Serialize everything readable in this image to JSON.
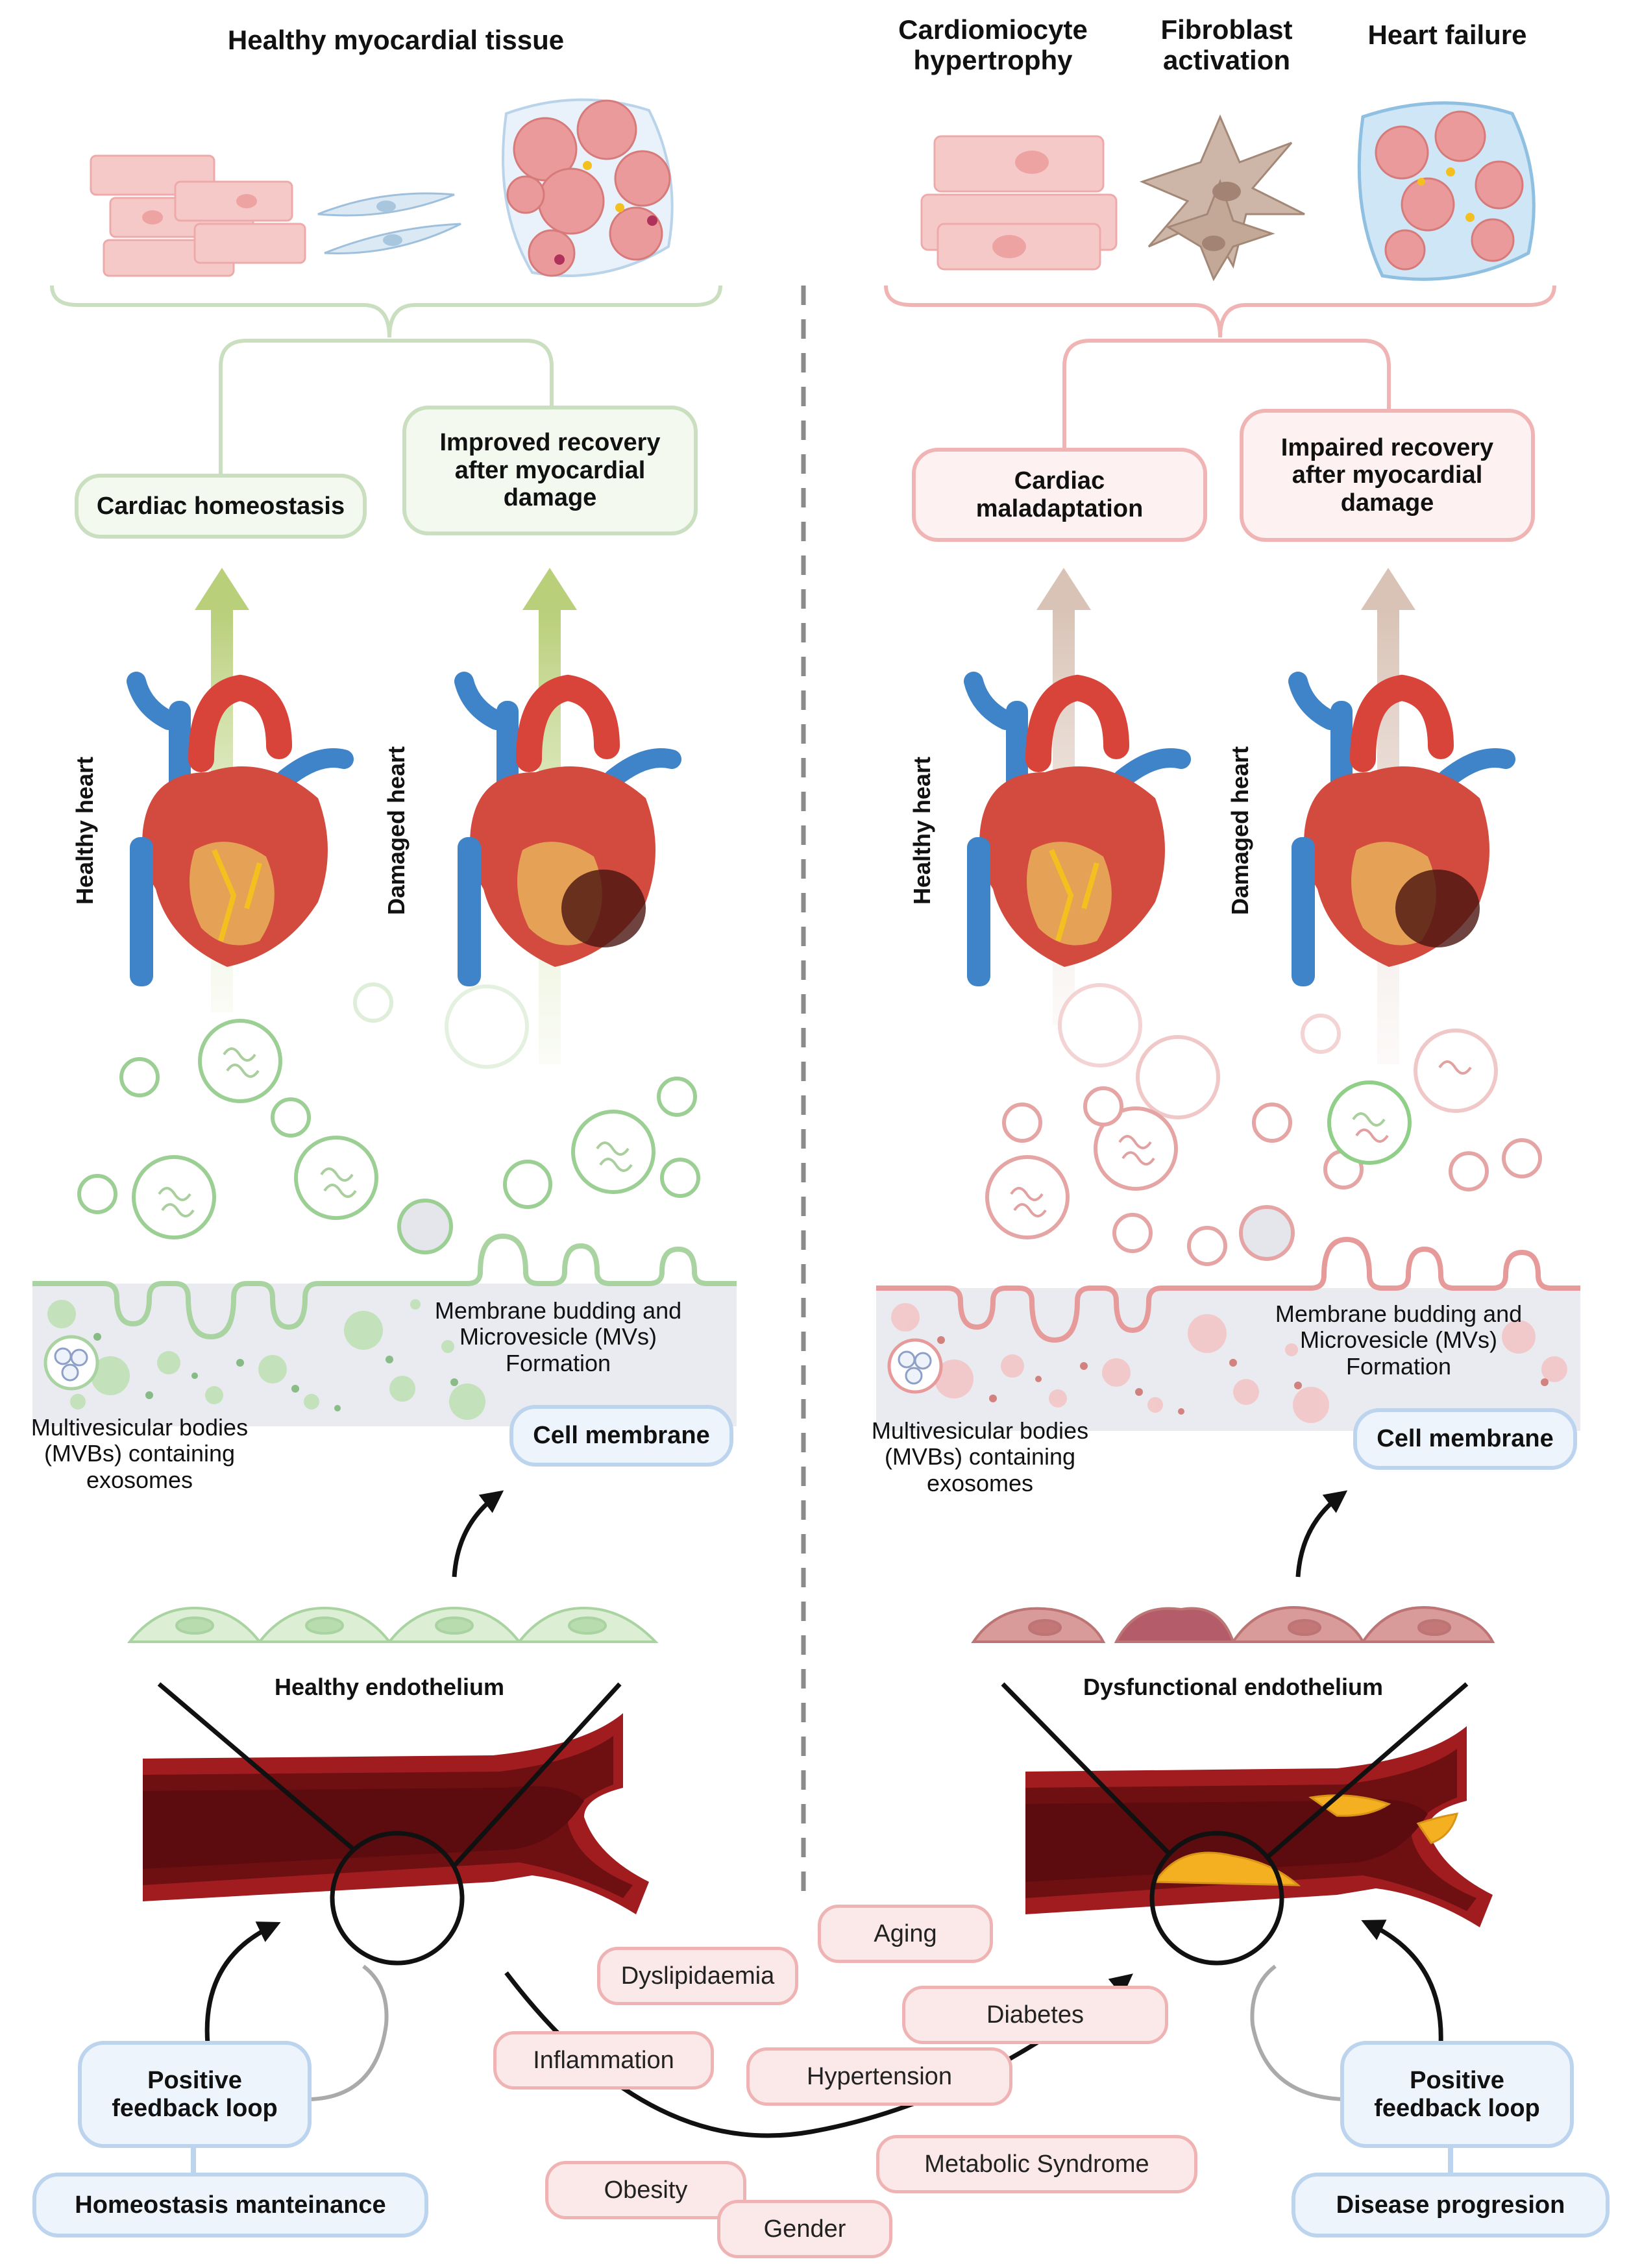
{
  "healthy": {
    "tissue_title": "Healthy myocardial tissue",
    "outcome_homeostasis": "Cardiac homeostasis",
    "outcome_recovery": "Improved recovery after myocardial damage",
    "heart_healthy": "Healthy heart",
    "heart_damaged": "Damaged heart",
    "membrane_budding": "Membrane budding and Microvesicle (MVs) Formation",
    "mvb_label": "Multivesicular bodies (MVBs) containing exosomes",
    "cell_membrane": "Cell membrane",
    "endothelium": "Healthy endothelium",
    "feedback": "Positive feedback loop",
    "state": "Homeostasis manteinance"
  },
  "disease": {
    "hypertrophy": "Cardiomiocyte hypertrophy",
    "fibroblast": "Fibroblast activation",
    "heart_failure": "Heart failure",
    "outcome_maladaptation": "Cardiac maladaptation",
    "outcome_recovery": "Impaired recovery after myocardial damage",
    "heart_healthy": "Healthy heart",
    "heart_damaged": "Damaged heart",
    "membrane_budding": "Membrane budding and Microvesicle (MVs) Formation",
    "mvb_label": "Multivesicular bodies (MVBs) containing exosomes",
    "cell_membrane": "Cell membrane",
    "endothelium": "Dysfunctional endothelium",
    "feedback": "Positive feedback loop",
    "state": "Disease progresion"
  },
  "risk_factors": {
    "aging": "Aging",
    "dyslipidaemia": "Dyslipidaemia",
    "diabetes": "Diabetes",
    "inflammation": "Inflammation",
    "hypertension": "Hypertension",
    "metabolic_syndrome": "Metabolic Syndrome",
    "obesity": "Obesity",
    "gender": "Gender"
  },
  "colors": {
    "healthy_accent": "#c9dfc0",
    "disease_accent": "#f0b4b4",
    "membrane_blue": "#bcd4ee",
    "vessel_dark": "#6e0f12",
    "vessel_red": "#c0302a",
    "plaque": "#f4b020"
  },
  "icons": [
    "heart-icon",
    "cardiomyocyte-icon",
    "fibroblast-icon",
    "vesicle-icon",
    "endothelial-cell-icon",
    "blood-vessel-icon",
    "magnifier-icon"
  ]
}
